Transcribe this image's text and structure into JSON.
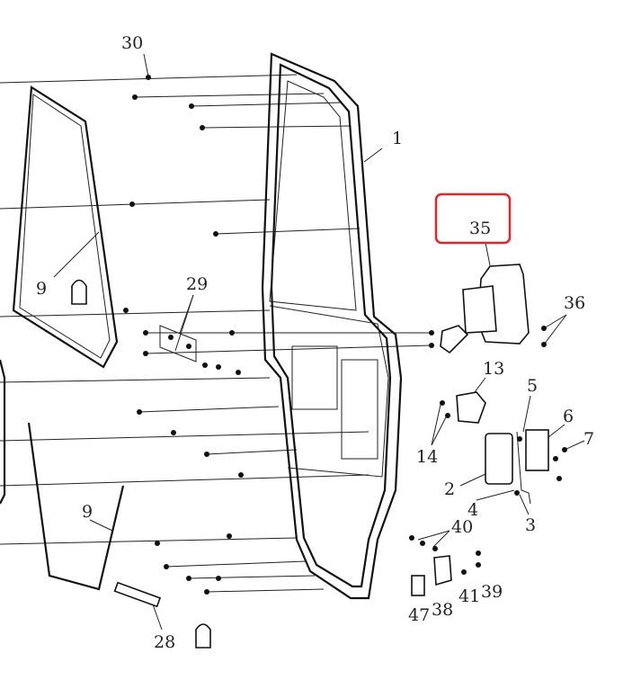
{
  "diagram": {
    "highlight_color": "#e0262d",
    "highlighted_part": "35",
    "callouts": {
      "c30": "30",
      "c1": "1",
      "c35": "35",
      "c9a": "9",
      "c29": "29",
      "c36": "36",
      "c13": "13",
      "c5": "5",
      "c6": "6",
      "c7": "7",
      "c14": "14",
      "c2": "2",
      "c4": "4",
      "c3": "3",
      "c9b": "9",
      "c40": "40",
      "c41": "41",
      "c39": "39",
      "c38": "38",
      "c47": "47",
      "c28": "28"
    }
  }
}
